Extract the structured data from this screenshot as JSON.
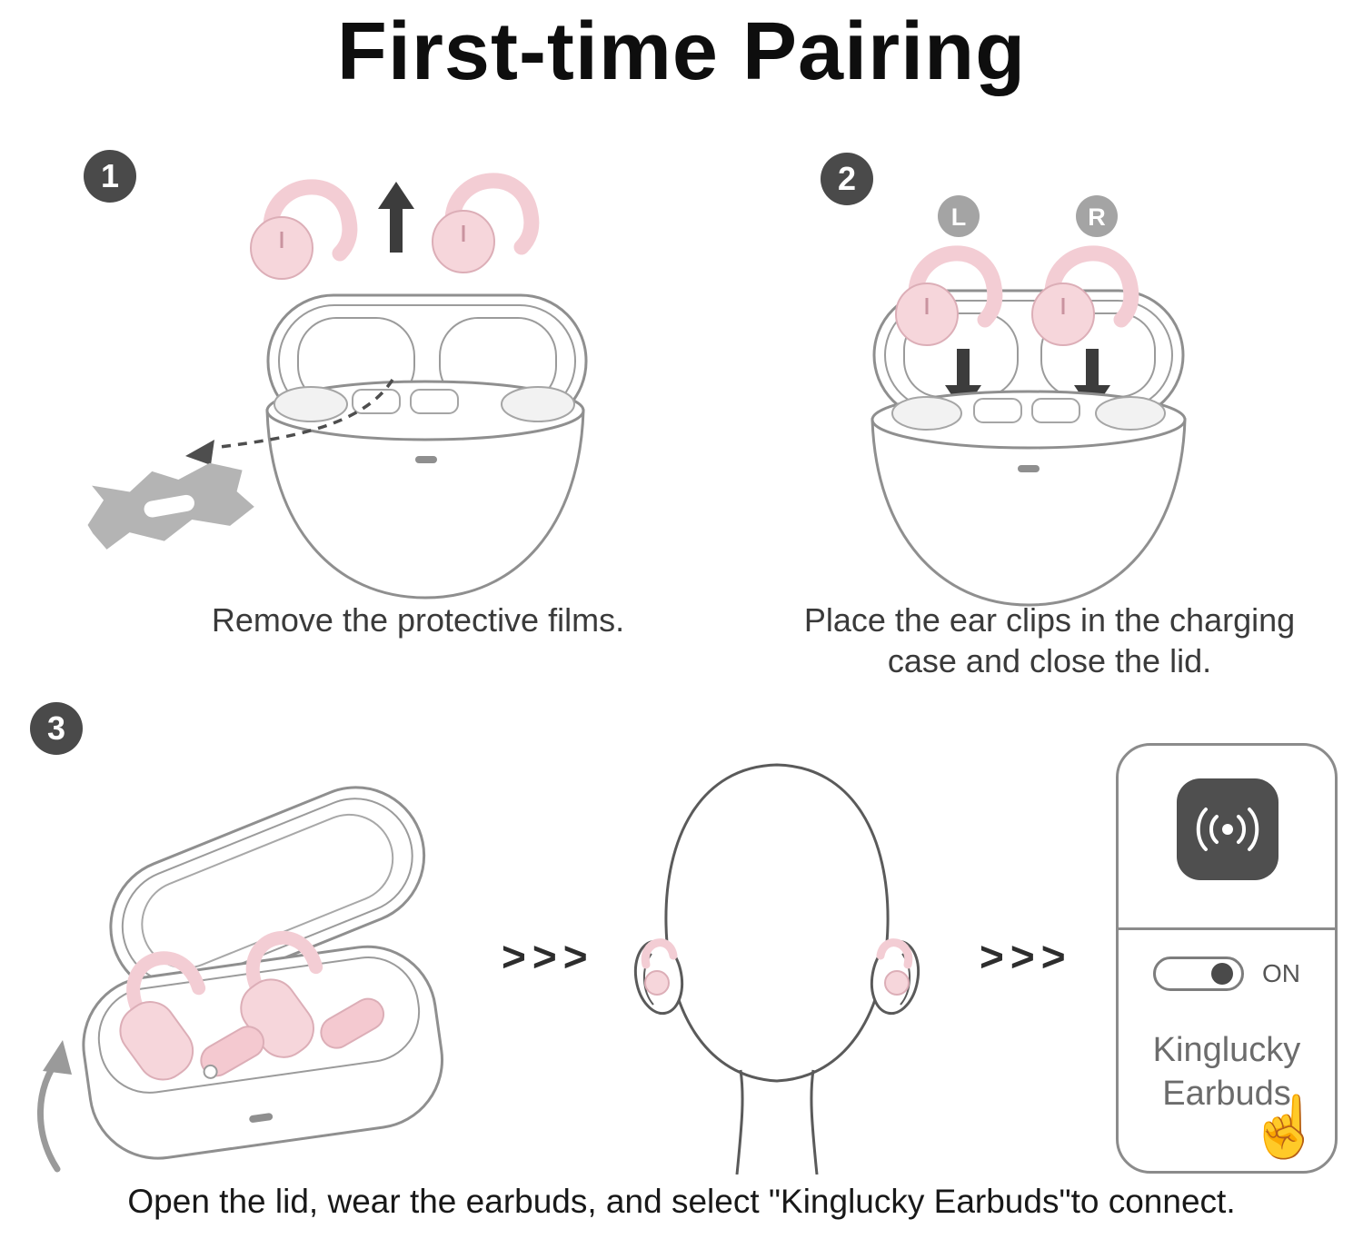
{
  "title": "First-time Pairing",
  "steps": [
    {
      "number": "1",
      "caption": "Remove the protective films."
    },
    {
      "number": "2",
      "left_label": "L",
      "right_label": "R",
      "caption": "Place the ear clips in the charging case and close the lid."
    },
    {
      "number": "3",
      "caption": "Open the lid, wear the earbuds, and select \"Kinglucky Earbuds\"to connect."
    }
  ],
  "flow": {
    "chevrons": ">>>"
  },
  "phone": {
    "toggle_label": "ON",
    "device_name_line1": "Kinglucky",
    "device_name_line2": "Earbuds"
  },
  "icons": {
    "hand_cursor": "☝"
  },
  "colors": {
    "earbud_pink": "#f6d6db",
    "earbud_pink_outline": "#dcaeb7",
    "badge_gray": "#4a4a4a",
    "case_line_gray": "#8f8f8f"
  }
}
